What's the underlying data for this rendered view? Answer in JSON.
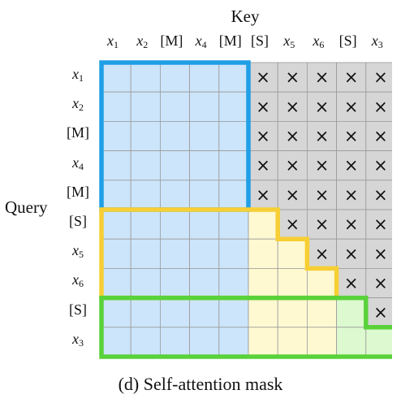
{
  "key_label": "Key",
  "query_label": "Query",
  "caption": "(d)  Self-attention mask",
  "tokens": [
    {
      "text": "x",
      "sub": "1"
    },
    {
      "text": "x",
      "sub": "2"
    },
    {
      "text": "[M]",
      "sub": ""
    },
    {
      "text": "x",
      "sub": "4"
    },
    {
      "text": "[M]",
      "sub": ""
    },
    {
      "text": "[S]",
      "sub": ""
    },
    {
      "text": "x",
      "sub": "5"
    },
    {
      "text": "x",
      "sub": "6"
    },
    {
      "text": "[S]",
      "sub": ""
    },
    {
      "text": "x",
      "sub": "3"
    }
  ],
  "mask_symbol": "×",
  "mask_rows": [
    "AAAAAXXXXX",
    "AAAAAXXXXX",
    "AAAAAXXXXX",
    "AAAAAXXXXX",
    "AAAAAXXXXX",
    "AAAAABXXXX",
    "AAAAABBXXX",
    "AAAAABBBXX",
    "AAAAABBBCX",
    "AAAAABBBCC"
  ],
  "colors": {
    "blue_fill": "#cce5fb",
    "blue_border": "#1f9fe6",
    "yellow_fill": "#fff9d2",
    "yellow_border": "#f7cf34",
    "green_fill": "#dcf9d0",
    "green_border": "#59d23a",
    "masked_fill": "#d6d6d6",
    "gridline": "#9a9a9a"
  }
}
